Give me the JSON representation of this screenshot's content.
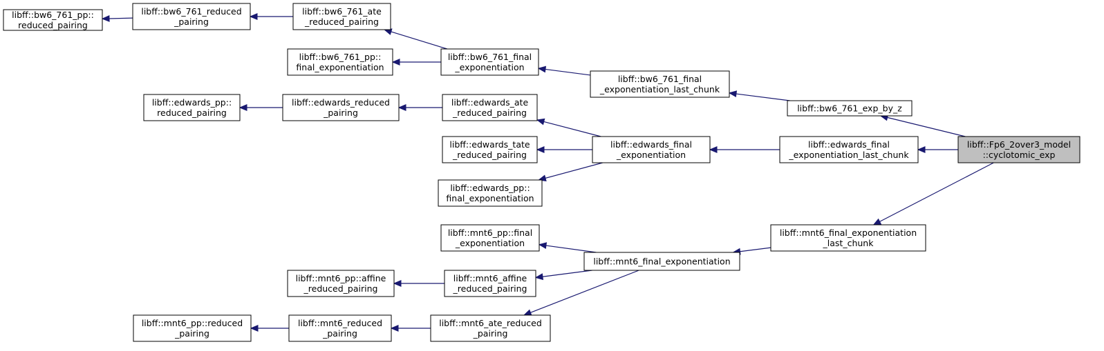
{
  "graph": {
    "nodes": [
      {
        "id": "n1",
        "lines": [
          "libff::bw6_761_pp::",
          "reduced_pairing"
        ]
      },
      {
        "id": "n2",
        "lines": [
          "libff::bw6_761_reduced",
          "_pairing"
        ]
      },
      {
        "id": "n3",
        "lines": [
          "libff::bw6_761_ate",
          "_reduced_pairing"
        ]
      },
      {
        "id": "n4",
        "lines": [
          "libff::bw6_761_pp::",
          "final_exponentiation"
        ]
      },
      {
        "id": "n5",
        "lines": [
          "libff::bw6_761_final",
          "_exponentiation"
        ]
      },
      {
        "id": "n6",
        "lines": [
          "libff::bw6_761_final",
          "_exponentiation_last_chunk"
        ]
      },
      {
        "id": "n7",
        "lines": [
          "libff::bw6_761_exp_by_z"
        ]
      },
      {
        "id": "n8",
        "lines": [
          "libff::Fp6_2over3_model",
          "::cyclotomic_exp"
        ],
        "root": true
      },
      {
        "id": "n9",
        "lines": [
          "libff::edwards_pp::",
          "reduced_pairing"
        ]
      },
      {
        "id": "n10",
        "lines": [
          "libff::edwards_reduced",
          "_pairing"
        ]
      },
      {
        "id": "n11",
        "lines": [
          "libff::edwards_ate",
          "_reduced_pairing"
        ]
      },
      {
        "id": "n12",
        "lines": [
          "libff::edwards_tate",
          "_reduced_pairing"
        ]
      },
      {
        "id": "n13",
        "lines": [
          "libff::edwards_pp::",
          "final_exponentiation"
        ]
      },
      {
        "id": "n14",
        "lines": [
          "libff::edwards_final",
          "_exponentiation"
        ]
      },
      {
        "id": "n15",
        "lines": [
          "libff::edwards_final",
          "_exponentiation_last_chunk"
        ]
      },
      {
        "id": "n16",
        "lines": [
          "libff::mnt6_pp::final",
          "_exponentiation"
        ]
      },
      {
        "id": "n17",
        "lines": [
          "libff::mnt6_pp::affine",
          "_reduced_pairing"
        ]
      },
      {
        "id": "n18",
        "lines": [
          "libff::mnt6_affine",
          "_reduced_pairing"
        ]
      },
      {
        "id": "n19",
        "lines": [
          "libff::mnt6_final_exponentiation"
        ]
      },
      {
        "id": "n20",
        "lines": [
          "libff::mnt6_final_exponentiation",
          "_last_chunk"
        ]
      },
      {
        "id": "n21",
        "lines": [
          "libff::mnt6_pp::reduced",
          "_pairing"
        ]
      },
      {
        "id": "n22",
        "lines": [
          "libff::mnt6_reduced",
          "_pairing"
        ]
      },
      {
        "id": "n23",
        "lines": [
          "libff::mnt6_ate_reduced",
          "_pairing"
        ]
      }
    ],
    "edges": [
      {
        "from": "n2",
        "to": "n1"
      },
      {
        "from": "n3",
        "to": "n2"
      },
      {
        "from": "n5",
        "to": "n3"
      },
      {
        "from": "n5",
        "to": "n4"
      },
      {
        "from": "n6",
        "to": "n5"
      },
      {
        "from": "n7",
        "to": "n6"
      },
      {
        "from": "n8",
        "to": "n7"
      },
      {
        "from": "n10",
        "to": "n9"
      },
      {
        "from": "n11",
        "to": "n10"
      },
      {
        "from": "n14",
        "to": "n11"
      },
      {
        "from": "n14",
        "to": "n12"
      },
      {
        "from": "n14",
        "to": "n13"
      },
      {
        "from": "n15",
        "to": "n14"
      },
      {
        "from": "n8",
        "to": "n15"
      },
      {
        "from": "n19",
        "to": "n16"
      },
      {
        "from": "n19",
        "to": "n18"
      },
      {
        "from": "n18",
        "to": "n17"
      },
      {
        "from": "n19",
        "to": "n23"
      },
      {
        "from": "n23",
        "to": "n22"
      },
      {
        "from": "n22",
        "to": "n21"
      },
      {
        "from": "n20",
        "to": "n19"
      },
      {
        "from": "n8",
        "to": "n20"
      }
    ]
  }
}
